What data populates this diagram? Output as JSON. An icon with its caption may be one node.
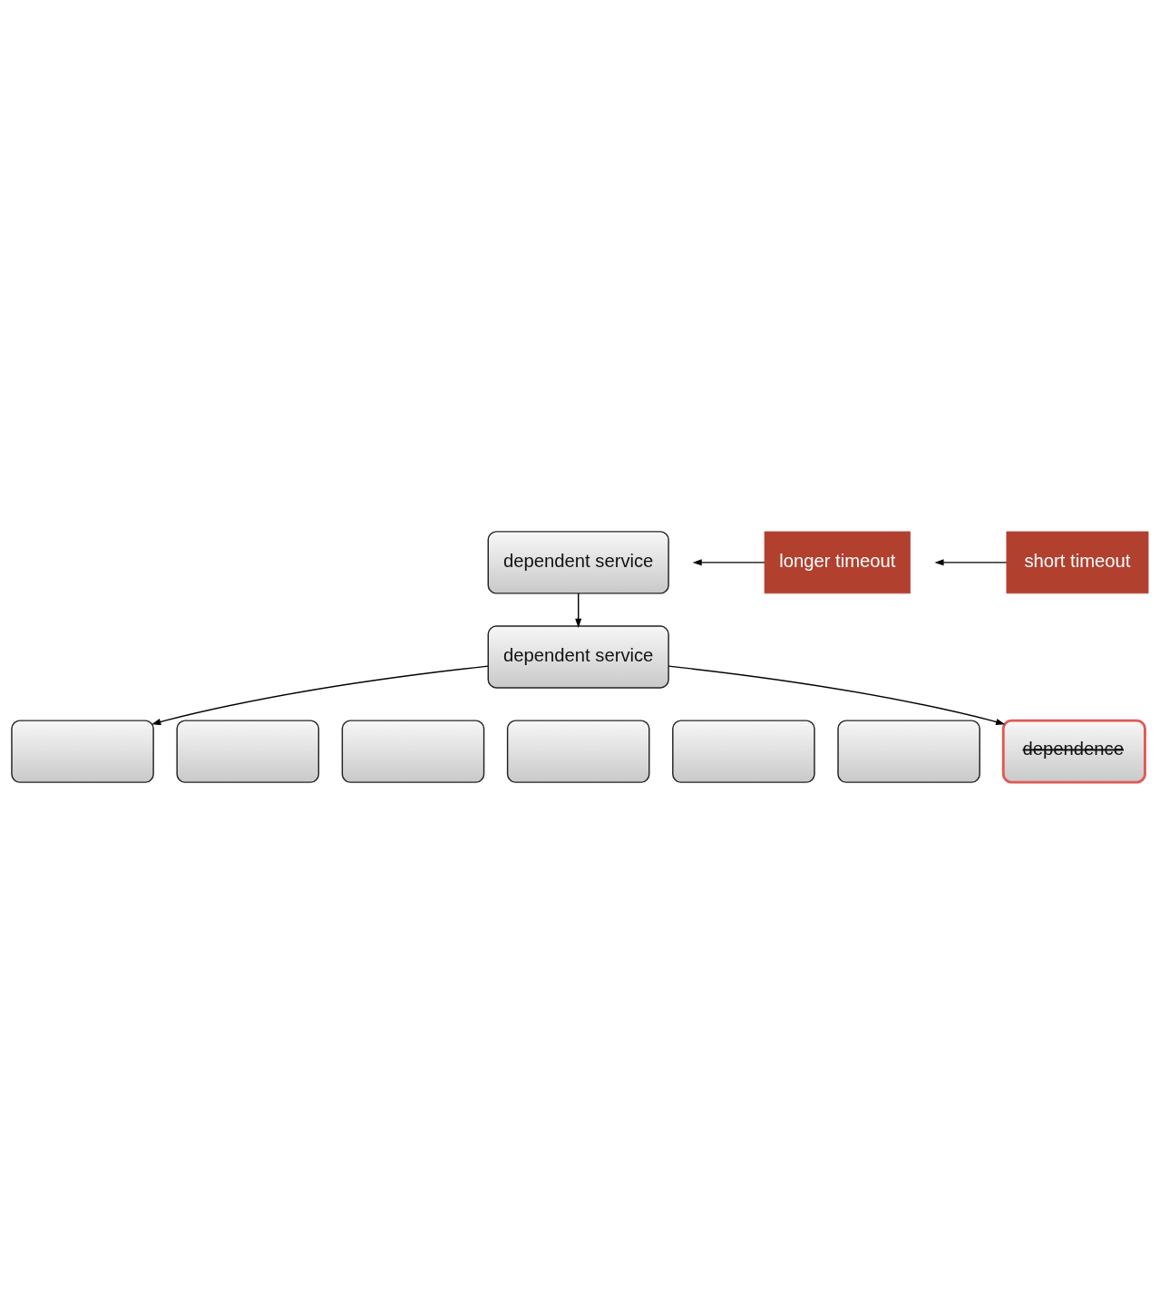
{
  "diagram": {
    "nodes": [
      {
        "text": [
          "dependent service"
        ]
      },
      {
        "text": [
          "dependent service"
        ]
      },
      {
        "text": [
          "longer timeout"
        ]
      },
      {
        "text": [
          "short timeout"
        ]
      },
      {
        "text": [],
        "shape": "box"
      },
      {
        "text": [],
        "shape": "box"
      },
      {
        "text": [],
        "shape": "box"
      },
      {
        "text": [],
        "shape": "box"
      },
      {
        "text": [],
        "shape": "box"
      },
      {
        "text": [],
        "shape": "box"
      },
      {
        "text": [
          "dependence"
        ]
      }
    ],
    "edges": [
      {
        "from": 0,
        "to": 1,
        "arrow": "to"
      },
      {
        "from": 2,
        "to": null,
        "arrow": "to"
      },
      {
        "from": 1,
        "to": 4,
        "arrow": "to"
      },
      {
        "from": 1,
        "to": 10,
        "arrow": "to"
      },
      {
        "from": 3,
        "to": null,
        "arrow": "to"
      }
    ]
  }
}
